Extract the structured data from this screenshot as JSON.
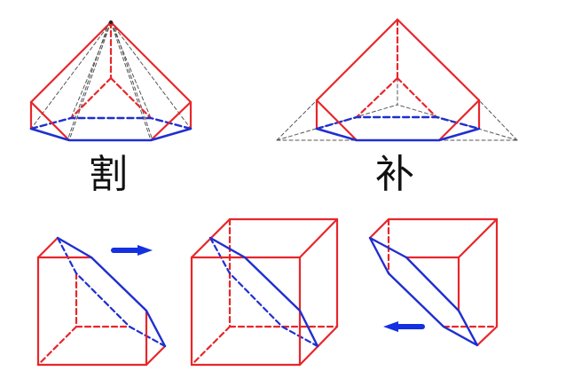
{
  "labels": {
    "cut": "割",
    "fill": "补"
  },
  "colors": {
    "edge": "#e8262b",
    "section": "#1f2fd0",
    "aux": "#555555",
    "arrow": "#1430e0"
  },
  "figures": [
    {
      "id": "cut-figure",
      "description": "cube corner cut to a pyramid shape (割)"
    },
    {
      "id": "fill-figure",
      "description": "prism completed to a pyramid (补)"
    },
    {
      "id": "cube-split-left",
      "description": "cube piece sliding right"
    },
    {
      "id": "cube-whole",
      "description": "full cube with hexagonal section"
    },
    {
      "id": "cube-split-right",
      "description": "cube piece sliding left"
    }
  ],
  "arrows": {
    "right": "right-arrow",
    "left": "left-arrow"
  }
}
